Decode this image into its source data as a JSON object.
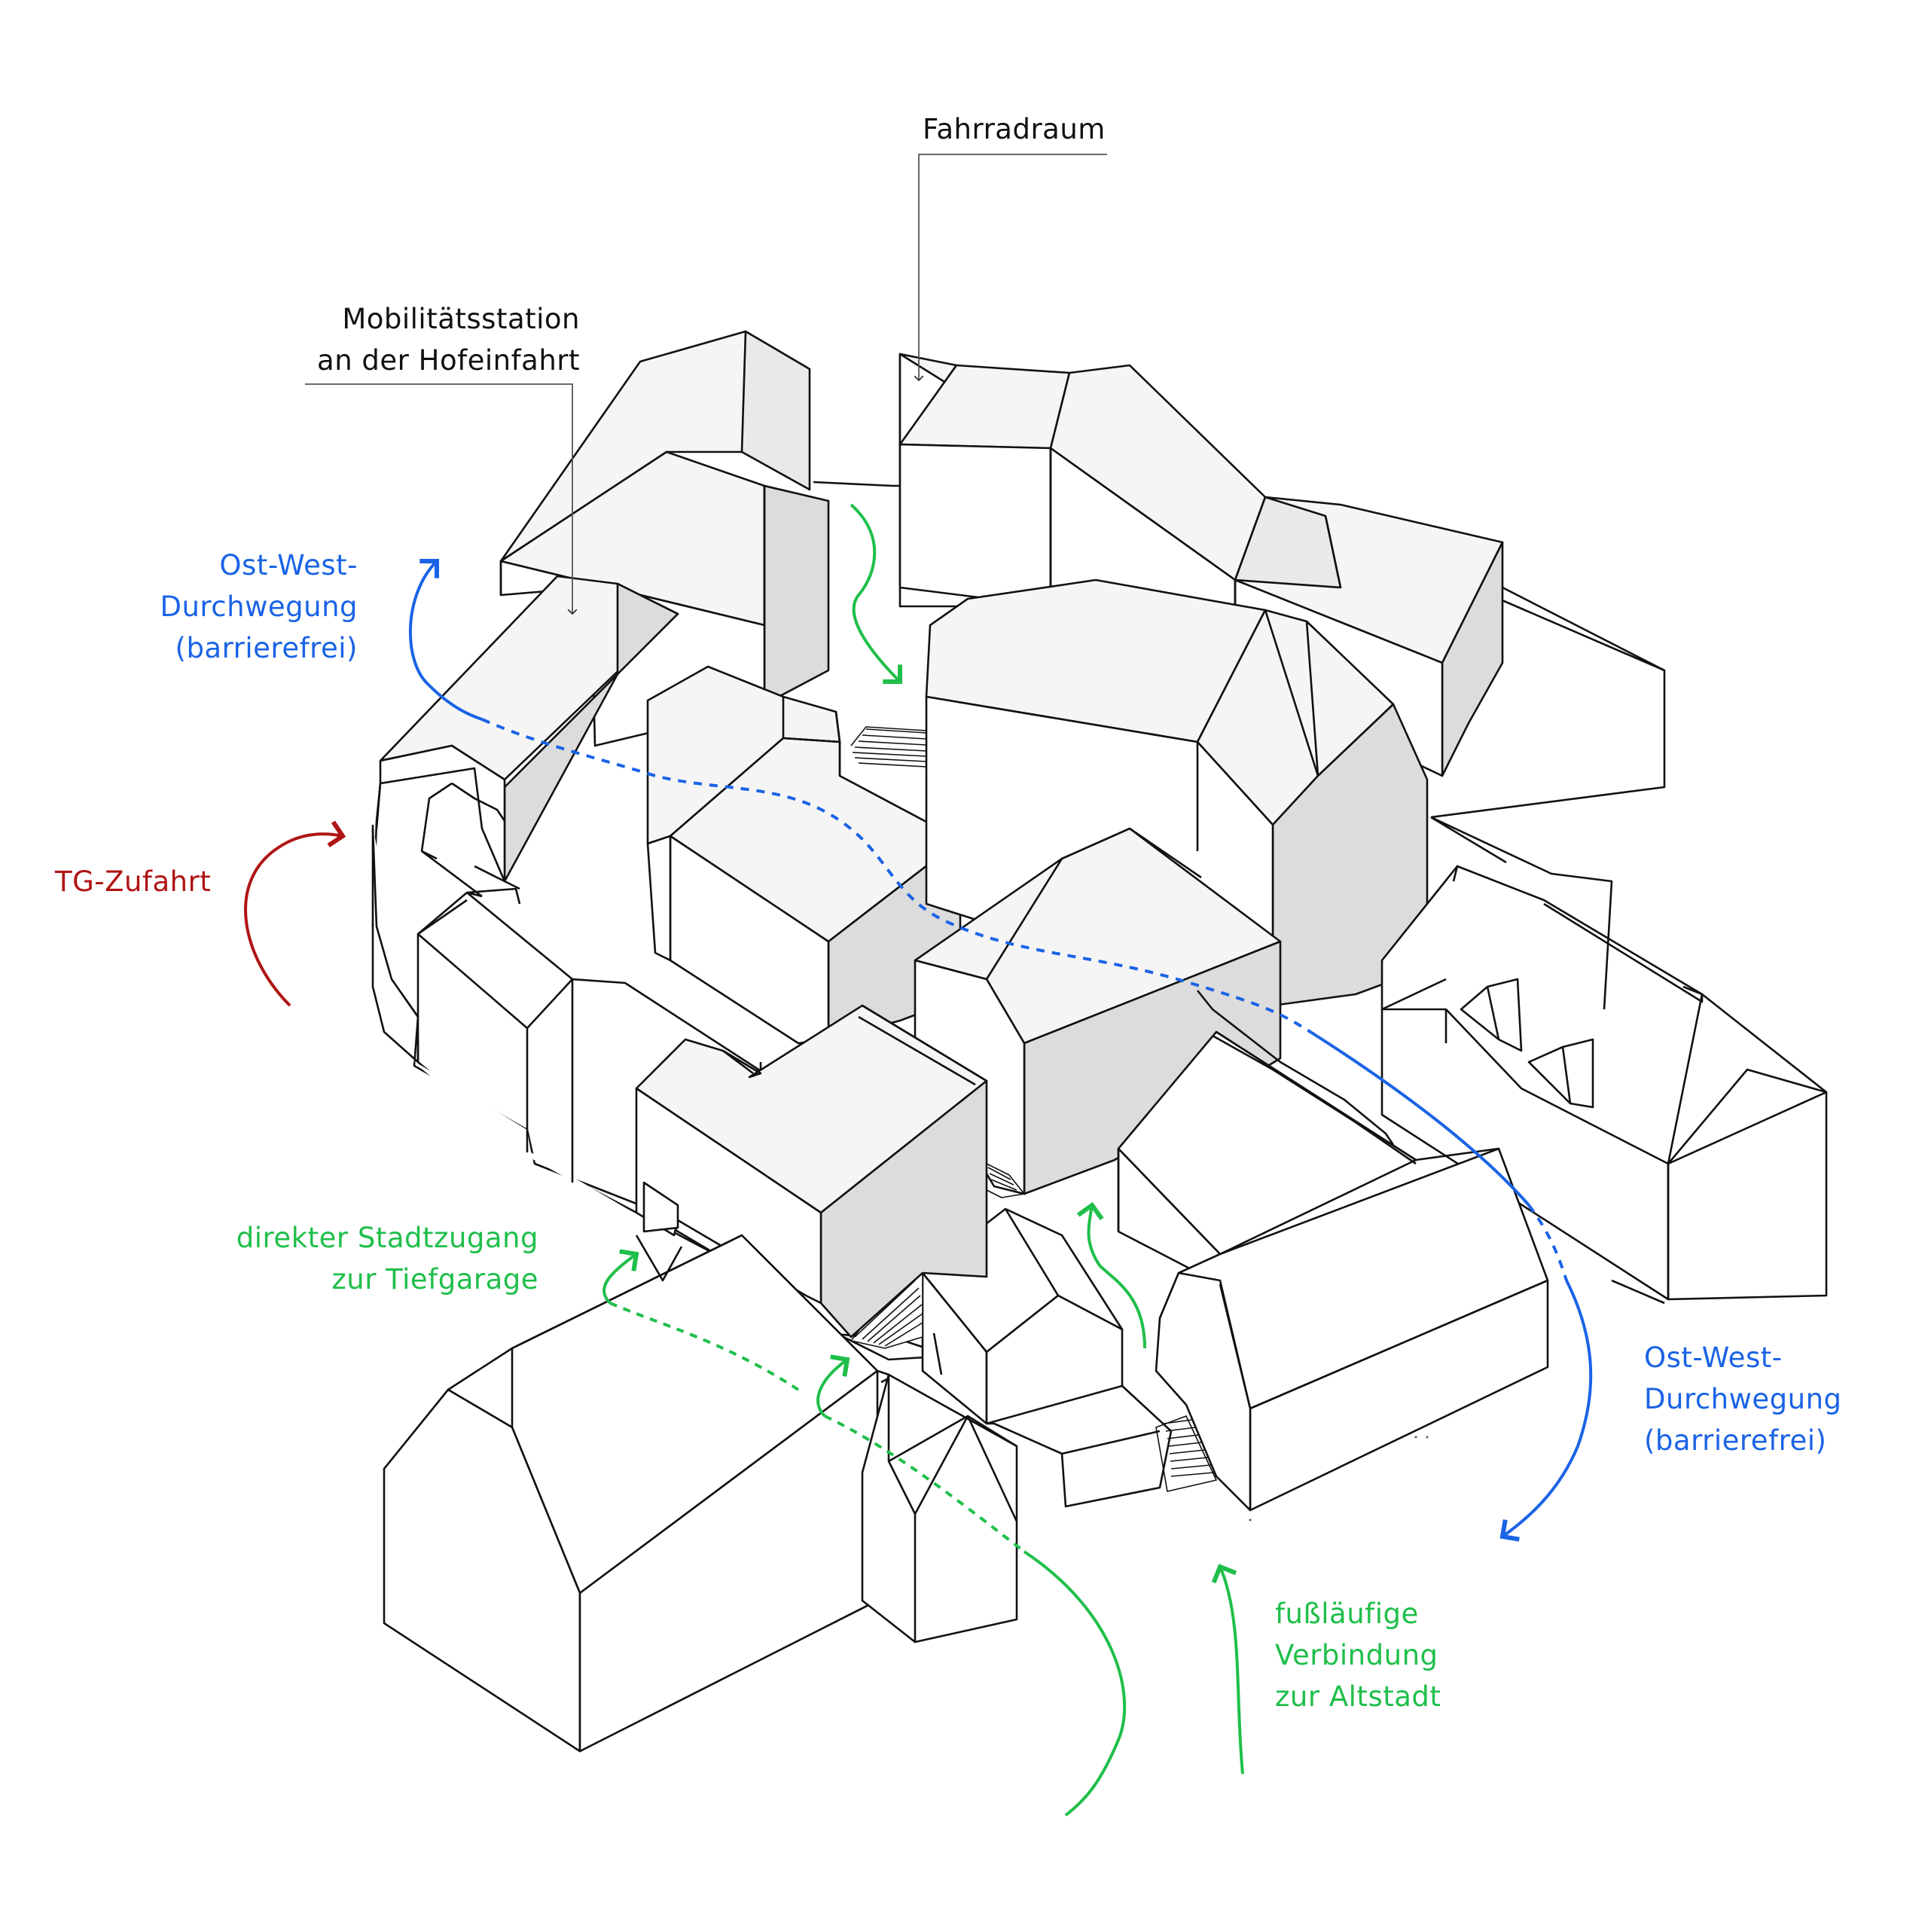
{
  "colors": {
    "line": "#111111",
    "roof_light": "#f5f5f5",
    "roof_mid": "#e9e9e9",
    "wall_shade": "#dcdcdc",
    "wall_white": "#ffffff",
    "blue": "#1a63e6",
    "green": "#1fbf4a",
    "red": "#b01414"
  },
  "labels": {
    "fahrradraum": "Fahrradraum",
    "mobilitaet_1": "Mobilitätsstation",
    "mobilitaet_2": "an der Hofeinfahrt",
    "ostwest_left_1": "Ost-West-",
    "ostwest_left_2": "Durchwegung",
    "ostwest_left_3": "(barrierefrei)",
    "tg_zufahrt": "TG-Zufahrt",
    "stadtzugang_1": "direkter Stadtzugang",
    "stadtzugang_2": "zur Tiefgarage",
    "ostwest_right_1": "Ost-West-",
    "ostwest_right_2": "Durchwegung",
    "ostwest_right_3": "(barrierefrei)",
    "fusslaeufig_1": "fußläufige",
    "fusslaeufig_2": "Verbindung",
    "fusslaeufig_3": "zur Altstadt"
  }
}
